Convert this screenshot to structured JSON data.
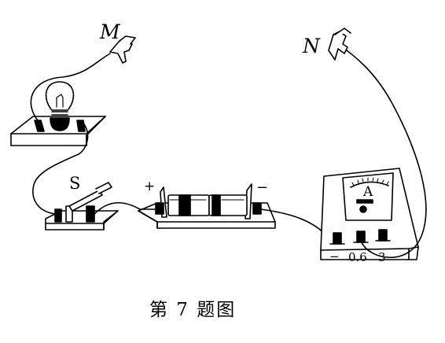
{
  "labels": {
    "clip_m": "M",
    "clip_n": "N",
    "switch": "S",
    "battery_positive": "+",
    "battery_negative": "−",
    "ammeter_symbol": "A",
    "ammeter_terminal_negative": "−",
    "ammeter_terminal_06": "0.6",
    "ammeter_terminal_3": "3"
  },
  "caption": "第 7 题图"
}
